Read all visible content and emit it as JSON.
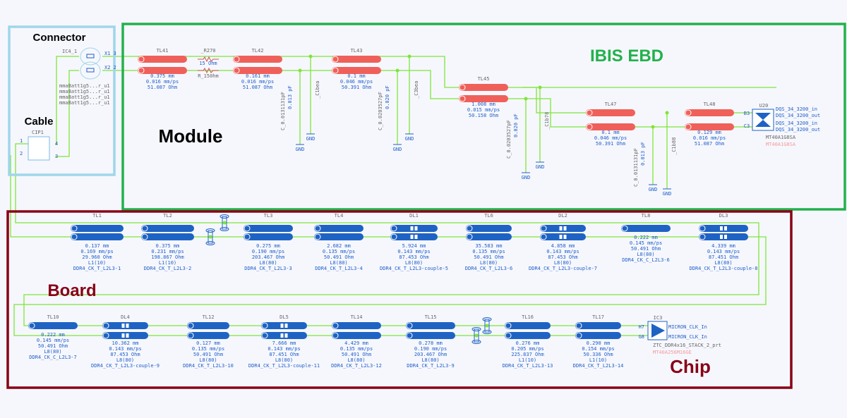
{
  "regions": {
    "connector": {
      "label": "Connector",
      "color": "#9fd6ea"
    },
    "cable": {
      "label": "Cable"
    },
    "module": {
      "label": "Module",
      "color": "#22b14c"
    },
    "ibis": {
      "label": "IBIS EBD",
      "color": "#22b14c"
    },
    "board": {
      "label": "Board",
      "color": "#880015"
    },
    "chip": {
      "label": "Chip",
      "color": "#880015"
    }
  },
  "colors": {
    "wire": "#7ee63a",
    "module_line": "#f0605a",
    "board_line": "#1e63c4",
    "text": "#1f5fc8"
  },
  "connector": {
    "ref": "IC4_1",
    "pins": [
      "X1 3",
      "X2 2"
    ],
    "models": [
      "mmaBatt1g5...r_u1",
      "mmaBatt1g5...r_u1",
      "mmaBatt1g5...r_u1",
      "mmaBatt1g5...r_u1"
    ]
  },
  "cable": {
    "ref": "CIP1",
    "pins": [
      "1",
      "2",
      "4",
      "3"
    ]
  },
  "module": {
    "components": [
      {
        "id": "TL41",
        "lines": [
          "0.375 mm",
          "0.016 mm/ps",
          "51.087 Ohm"
        ]
      },
      {
        "id": "_R270",
        "lines": [
          "15 Ohm",
          "R_150hm"
        ]
      },
      {
        "id": "TL42",
        "lines": [
          "0.161 mm",
          "0.016 mm/ps",
          "51.087 Ohm"
        ]
      },
      {
        "id": "TL43",
        "lines": [
          "0.1 mm",
          "0.046 mm/ps",
          "50.391 Ohm"
        ]
      },
      {
        "id": "TL45",
        "lines": [
          "1.008 mm",
          "0.015 mm/ps",
          "50.158 Ohm"
        ]
      },
      {
        "id": "TL47",
        "lines": [
          "0.1 mm",
          "0.046 mm/ps",
          "50.391 Ohm"
        ]
      },
      {
        "id": "TL48",
        "lines": [
          "0.129 mm",
          "0.016 mm/ps",
          "51.087 Ohm"
        ]
      }
    ],
    "caps": [
      {
        "value": "C_0.0131131pF",
        "cap": "0.013 pF",
        "name": "_C1bea"
      },
      {
        "value": "C_0.0203527pF",
        "cap": "0.020 pF",
        "name": "_C3bea"
      },
      {
        "value": "C_0.0203527pF",
        "cap": "0.020 pF",
        "name": "_C1b78"
      },
      {
        "value": "C_0.0131131pF",
        "cap": "0.013 pF",
        "name": "_C1b88"
      }
    ],
    "gnd": "GND",
    "u20": {
      "ref": "U20",
      "pins": [
        "B3",
        "C3"
      ],
      "nets": [
        "DQS_34_3200_in",
        "DQS_34_3200_out",
        "DQS_34_3200_in",
        "DQS_34_3200_out"
      ],
      "model": "MT40A1G8SA",
      "part": "MT40A1G8SA"
    }
  },
  "board": {
    "row1": [
      {
        "id": "TL1",
        "kind": "tl",
        "lines": [
          "0.137 mm",
          "0.169 mm/ps",
          "29.960 Ohm",
          "L1(10)",
          "DDR4_CK_T_L2L3-1"
        ]
      },
      {
        "id": "TL2",
        "kind": "tl",
        "lines": [
          "0.375 mm",
          "0.231 mm/ps",
          "198.867 Ohm",
          "L1(10)",
          "DDR4_CK_T_L2L3-2"
        ]
      },
      {
        "id": "TL3",
        "kind": "tl",
        "lines": [
          "0.275 mm",
          "0.190 mm/ps",
          "203.467 Ohm",
          "L8(80)",
          "DDR4_CK_T_L2L3-3"
        ]
      },
      {
        "id": "TL4",
        "kind": "tl",
        "lines": [
          "2.682 mm",
          "0.135 mm/ps",
          "50.491 Ohm",
          "L8(80)",
          "DDR4_CK_T_L2L3-4"
        ]
      },
      {
        "id": "DL1",
        "kind": "dl",
        "lines": [
          "5.924 mm",
          "0.143 mm/ps",
          "87.453 Ohm",
          "L8(80)",
          "DDR4_CK_T_L2L3-couple-5"
        ]
      },
      {
        "id": "TL6",
        "kind": "tl",
        "lines": [
          "35.583 mm",
          "0.135 mm/ps",
          "50.491 Ohm",
          "L8(80)",
          "DDR4_CK_T_L2L3-6"
        ]
      },
      {
        "id": "DL2",
        "kind": "dl",
        "lines": [
          "4.858 mm",
          "0.143 mm/ps",
          "87.453 Ohm",
          "L8(80)",
          "DDR4_CK_T_L2L3-couple-7"
        ]
      },
      {
        "id": "TL8",
        "kind": "single",
        "lines": [
          "0.222 mm",
          "0.145 mm/ps",
          "50.491 Ohm",
          "L8(80)",
          "DDR4_CK_C_L2L3-6"
        ]
      },
      {
        "id": "DL3",
        "kind": "dl",
        "lines": [
          "4.339 mm",
          "0.143 mm/ps",
          "87.451 Ohm",
          "L8(80)",
          "DDR4_CK_T_L2L3-couple-8"
        ]
      }
    ],
    "row2": [
      {
        "id": "TL10",
        "kind": "single",
        "lines": [
          "0.222 mm",
          "0.145 mm/ps",
          "50.491 Ohm",
          "L8(80)",
          "DDR4_CK_C_L2L3-7"
        ]
      },
      {
        "id": "DL4",
        "kind": "dl",
        "lines": [
          "10.362 mm",
          "0.143 mm/ps",
          "87.453 Ohm",
          "L8(80)",
          "DDR4_CK_T_L2L3-couple-9"
        ]
      },
      {
        "id": "TL12",
        "kind": "tl",
        "lines": [
          "0.127 mm",
          "0.135 mm/ps",
          "50.491 Ohm",
          "L8(80)",
          "DDR4_CK_T_L2L3-10"
        ]
      },
      {
        "id": "DL5",
        "kind": "dl",
        "lines": [
          "7.666 mm",
          "0.143 mm/ps",
          "87.451 Ohm",
          "L8(80)",
          "DDR4_CK_T_L2L3-couple-11"
        ]
      },
      {
        "id": "TL14",
        "kind": "tl",
        "lines": [
          "4.429 mm",
          "0.135 mm/ps",
          "50.491 Ohm",
          "L8(80)",
          "DDR4_CK_T_L2L3-12"
        ]
      },
      {
        "id": "TL15",
        "kind": "tl",
        "lines": [
          "0.278 mm",
          "0.190 mm/ps",
          "203.467 Ohm",
          "L8(80)",
          "DDR4_CK_T_L2L3-9"
        ]
      },
      {
        "id": "TL16",
        "kind": "tl",
        "lines": [
          "0.276 mm",
          "0.205 mm/ps",
          "225.837 Ohm",
          "L1(10)",
          "DDR4_CK_T_L2L3-13"
        ]
      },
      {
        "id": "TL17",
        "kind": "tl",
        "lines": [
          "0.290 mm",
          "0.154 mm/ps",
          "50.336 Ohm",
          "L1(10)",
          "DDR4_CK_T_L2L3-14"
        ]
      }
    ],
    "ic3": {
      "ref": "IC3",
      "pins": [
        "H7",
        "G8"
      ],
      "nets": [
        "MICRON_CLK_In",
        "MICRON_CLK_In"
      ],
      "model": "ZTC_DDR4x16_STACK_2_prt",
      "part": "MT40A256M16GE"
    }
  }
}
